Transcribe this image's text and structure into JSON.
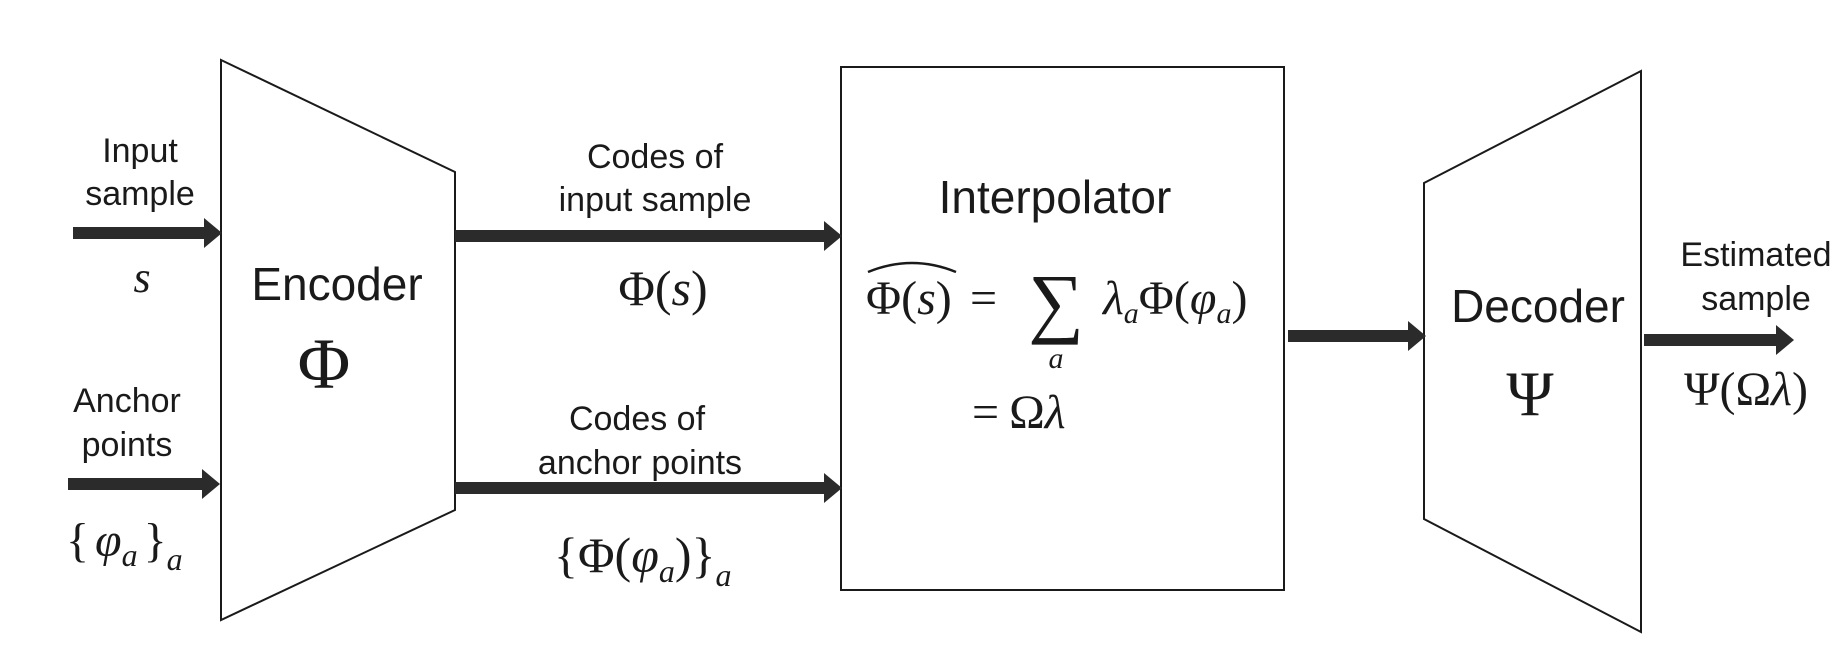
{
  "input": {
    "label_line1": "Input",
    "label_line2": "sample",
    "symbol": "s"
  },
  "anchor": {
    "label_line1": "Anchor",
    "label_line2": "points",
    "symbol_open": "{",
    "symbol_phi": "φ",
    "symbol_sub": "a",
    "symbol_close": "}",
    "symbol_outer_sub": "a"
  },
  "encoder": {
    "label": "Encoder",
    "symbol": "Φ"
  },
  "codes_input": {
    "label_line1": "Codes of",
    "label_line2": "input sample",
    "formula_phi": "Φ(",
    "formula_s": "s",
    "formula_close": ")"
  },
  "codes_anchor": {
    "label_line1": "Codes of",
    "label_line2": "anchor points",
    "formula_open": "{Φ(",
    "formula_phi": "φ",
    "formula_sub": "a",
    "formula_close": ")}",
    "formula_outer_sub": "a"
  },
  "interpolator": {
    "title": "Interpolator",
    "lhs_phi": "Φ(",
    "lhs_s": "s",
    "lhs_close": ")",
    "equals": "=",
    "sum": "∑",
    "sum_index": "a",
    "lambda": "λ",
    "lambda_sub": "a",
    "term_phi": "Φ(",
    "term_varphi": "φ",
    "term_sub": "a",
    "term_close": ")",
    "second_line_equals": "=",
    "second_line_omega": "Ω",
    "second_line_lambda": "λ"
  },
  "decoder": {
    "label": "Decoder",
    "symbol": "Ψ"
  },
  "output": {
    "label_line1": "Estimated",
    "label_line2": "sample",
    "formula_psi": "Ψ(Ω",
    "formula_lambda": "λ",
    "formula_close": ")"
  },
  "colors": {
    "stroke": "#1a1a1a",
    "arrow": "#2b2b2b",
    "background": "#ffffff"
  }
}
